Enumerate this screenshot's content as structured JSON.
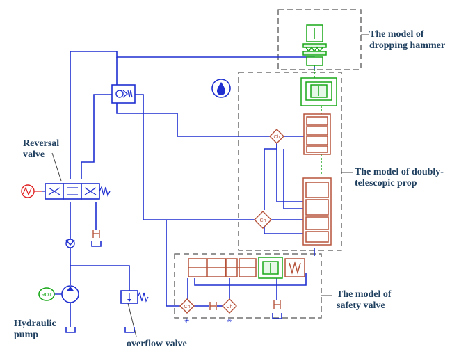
{
  "labels": {
    "reversal_valve_line1": "Reversal",
    "reversal_valve_line2": "valve",
    "hydraulic_pump_line1": "Hydraulic",
    "hydraulic_pump_line2": "pump",
    "overflow_valve": "overflow valve",
    "dropping_hammer_line1": "The model of",
    "dropping_hammer_line2": "dropping hammer",
    "prop_line1": "The model of doubly-",
    "prop_line2": "telescopic prop",
    "safety_valve_line1": "The model of",
    "safety_valve_line2": "safety valve"
  },
  "component_tags": {
    "motor": "ROT",
    "chamber": "Ch"
  },
  "colors": {
    "hydraulic_line": "#1f2fd0",
    "mechanical_component": "#18a818",
    "chamber_component": "#b5533a",
    "label_text": "#1f3f5f",
    "group_border": "#555555"
  },
  "icons": {
    "drop_symbol": "water-drop-icon"
  }
}
